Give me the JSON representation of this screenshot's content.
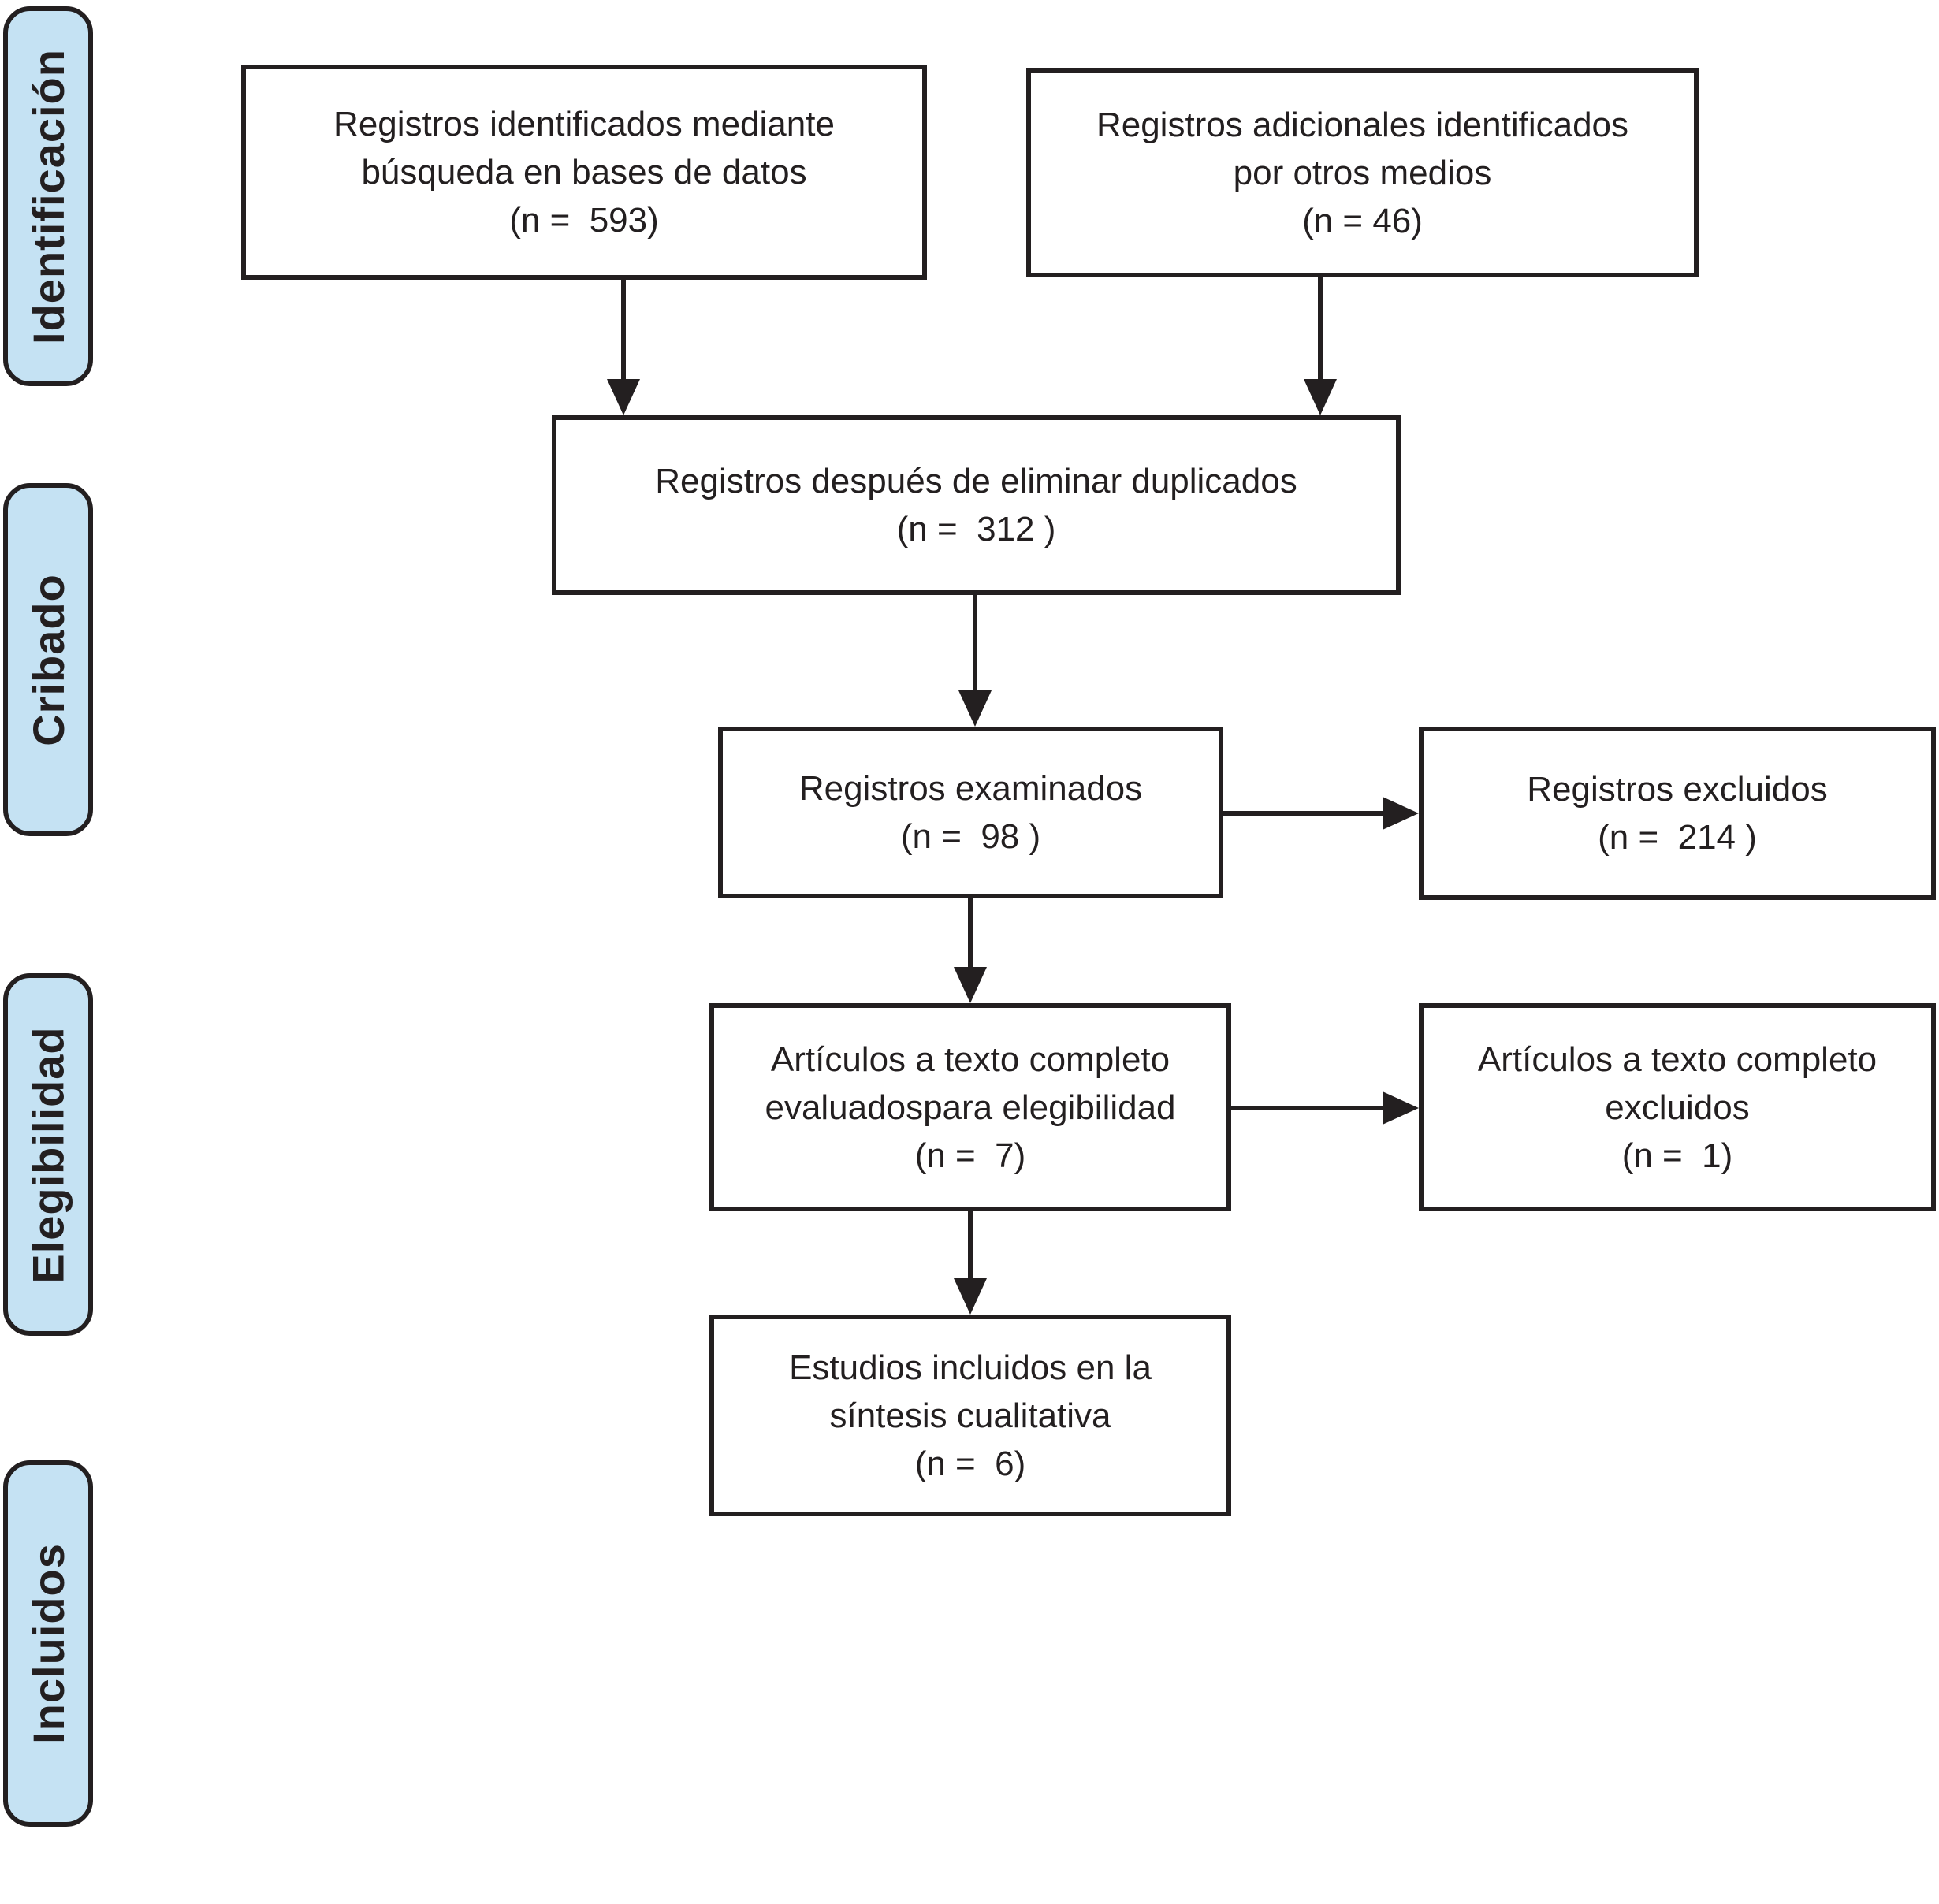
{
  "diagram_title": "PRISMA flow diagram (Spanish)",
  "colors": {
    "stage_fill": "#c5e2f3",
    "line_and_text": "#231f20",
    "box_fill": "#ffffff"
  },
  "stages": [
    {
      "label": "Identificación"
    },
    {
      "label": "Cribado"
    },
    {
      "label": "Elegibilidad"
    },
    {
      "label": "Incluidos"
    }
  ],
  "boxes": {
    "identified_db": {
      "lines": [
        "Registros identificados mediante",
        "búsqueda en bases de datos",
        "(n =  593)"
      ]
    },
    "identified_other": {
      "lines": [
        "Registros adicionales identificados",
        "por otros medios",
        "(n = 46)"
      ]
    },
    "after_duplicates": {
      "lines": [
        "Registros después de eliminar duplicados",
        "(n =  312 )"
      ]
    },
    "screened": {
      "lines": [
        "Registros examinados",
        "(n =  98 )"
      ]
    },
    "excluded": {
      "lines": [
        "Registros excluidos",
        "(n =  214 )"
      ]
    },
    "fulltext_assessed": {
      "lines": [
        "Artículos a texto completo",
        "evaluadospara elegibilidad",
        "(n =  7)"
      ]
    },
    "fulltext_excluded": {
      "lines": [
        "Artículos a texto completo",
        "excluidos",
        "(n =  1)"
      ]
    },
    "included_qualitative": {
      "lines": [
        "Estudios incluidos en la",
        "síntesis cualitativa",
        "(n =  6)"
      ]
    }
  }
}
